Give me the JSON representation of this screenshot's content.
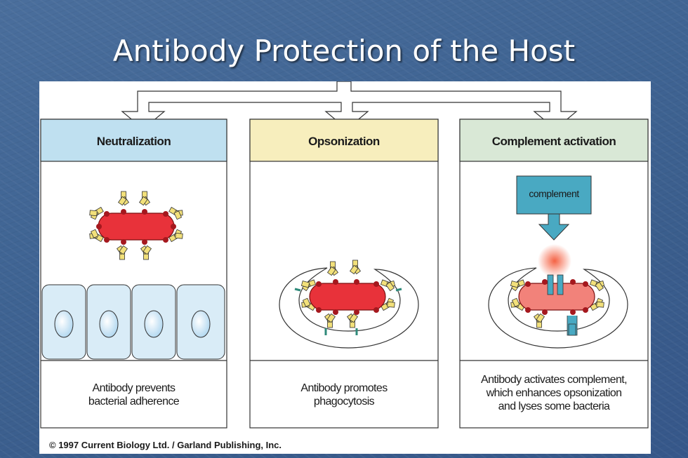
{
  "slide": {
    "title": "Antibody Protection of the Host",
    "background_color": "#3f6493"
  },
  "figure": {
    "panels": [
      {
        "label": "Neutralization",
        "header_color": "#bfe0f0",
        "caption_line1": "Antibody prevents",
        "caption_line2": "bacterial adherence"
      },
      {
        "label": "Opsonization",
        "header_color": "#f7eebd",
        "caption_line1": "Antibody promotes",
        "caption_line2": "phagocytosis"
      },
      {
        "label": "Complement activation",
        "header_color": "#d9e8d6",
        "caption_line1": "Antibody activates complement,",
        "caption_line2": "which enhances opsonization",
        "caption_line3": "and lyses some bacteria"
      }
    ],
    "complement_box_label": "complement",
    "copyright": "© 1997 Current Biology Ltd. / Garland Publishing, Inc.",
    "colors": {
      "bacterium": "#e8323a",
      "bacterium_lysed": "#f2827a",
      "antibody": "#f2e07a",
      "complement": "#49a9c2",
      "epithelial_cell": "#d9ecf7",
      "nucleus": "#cfe6f5"
    }
  }
}
